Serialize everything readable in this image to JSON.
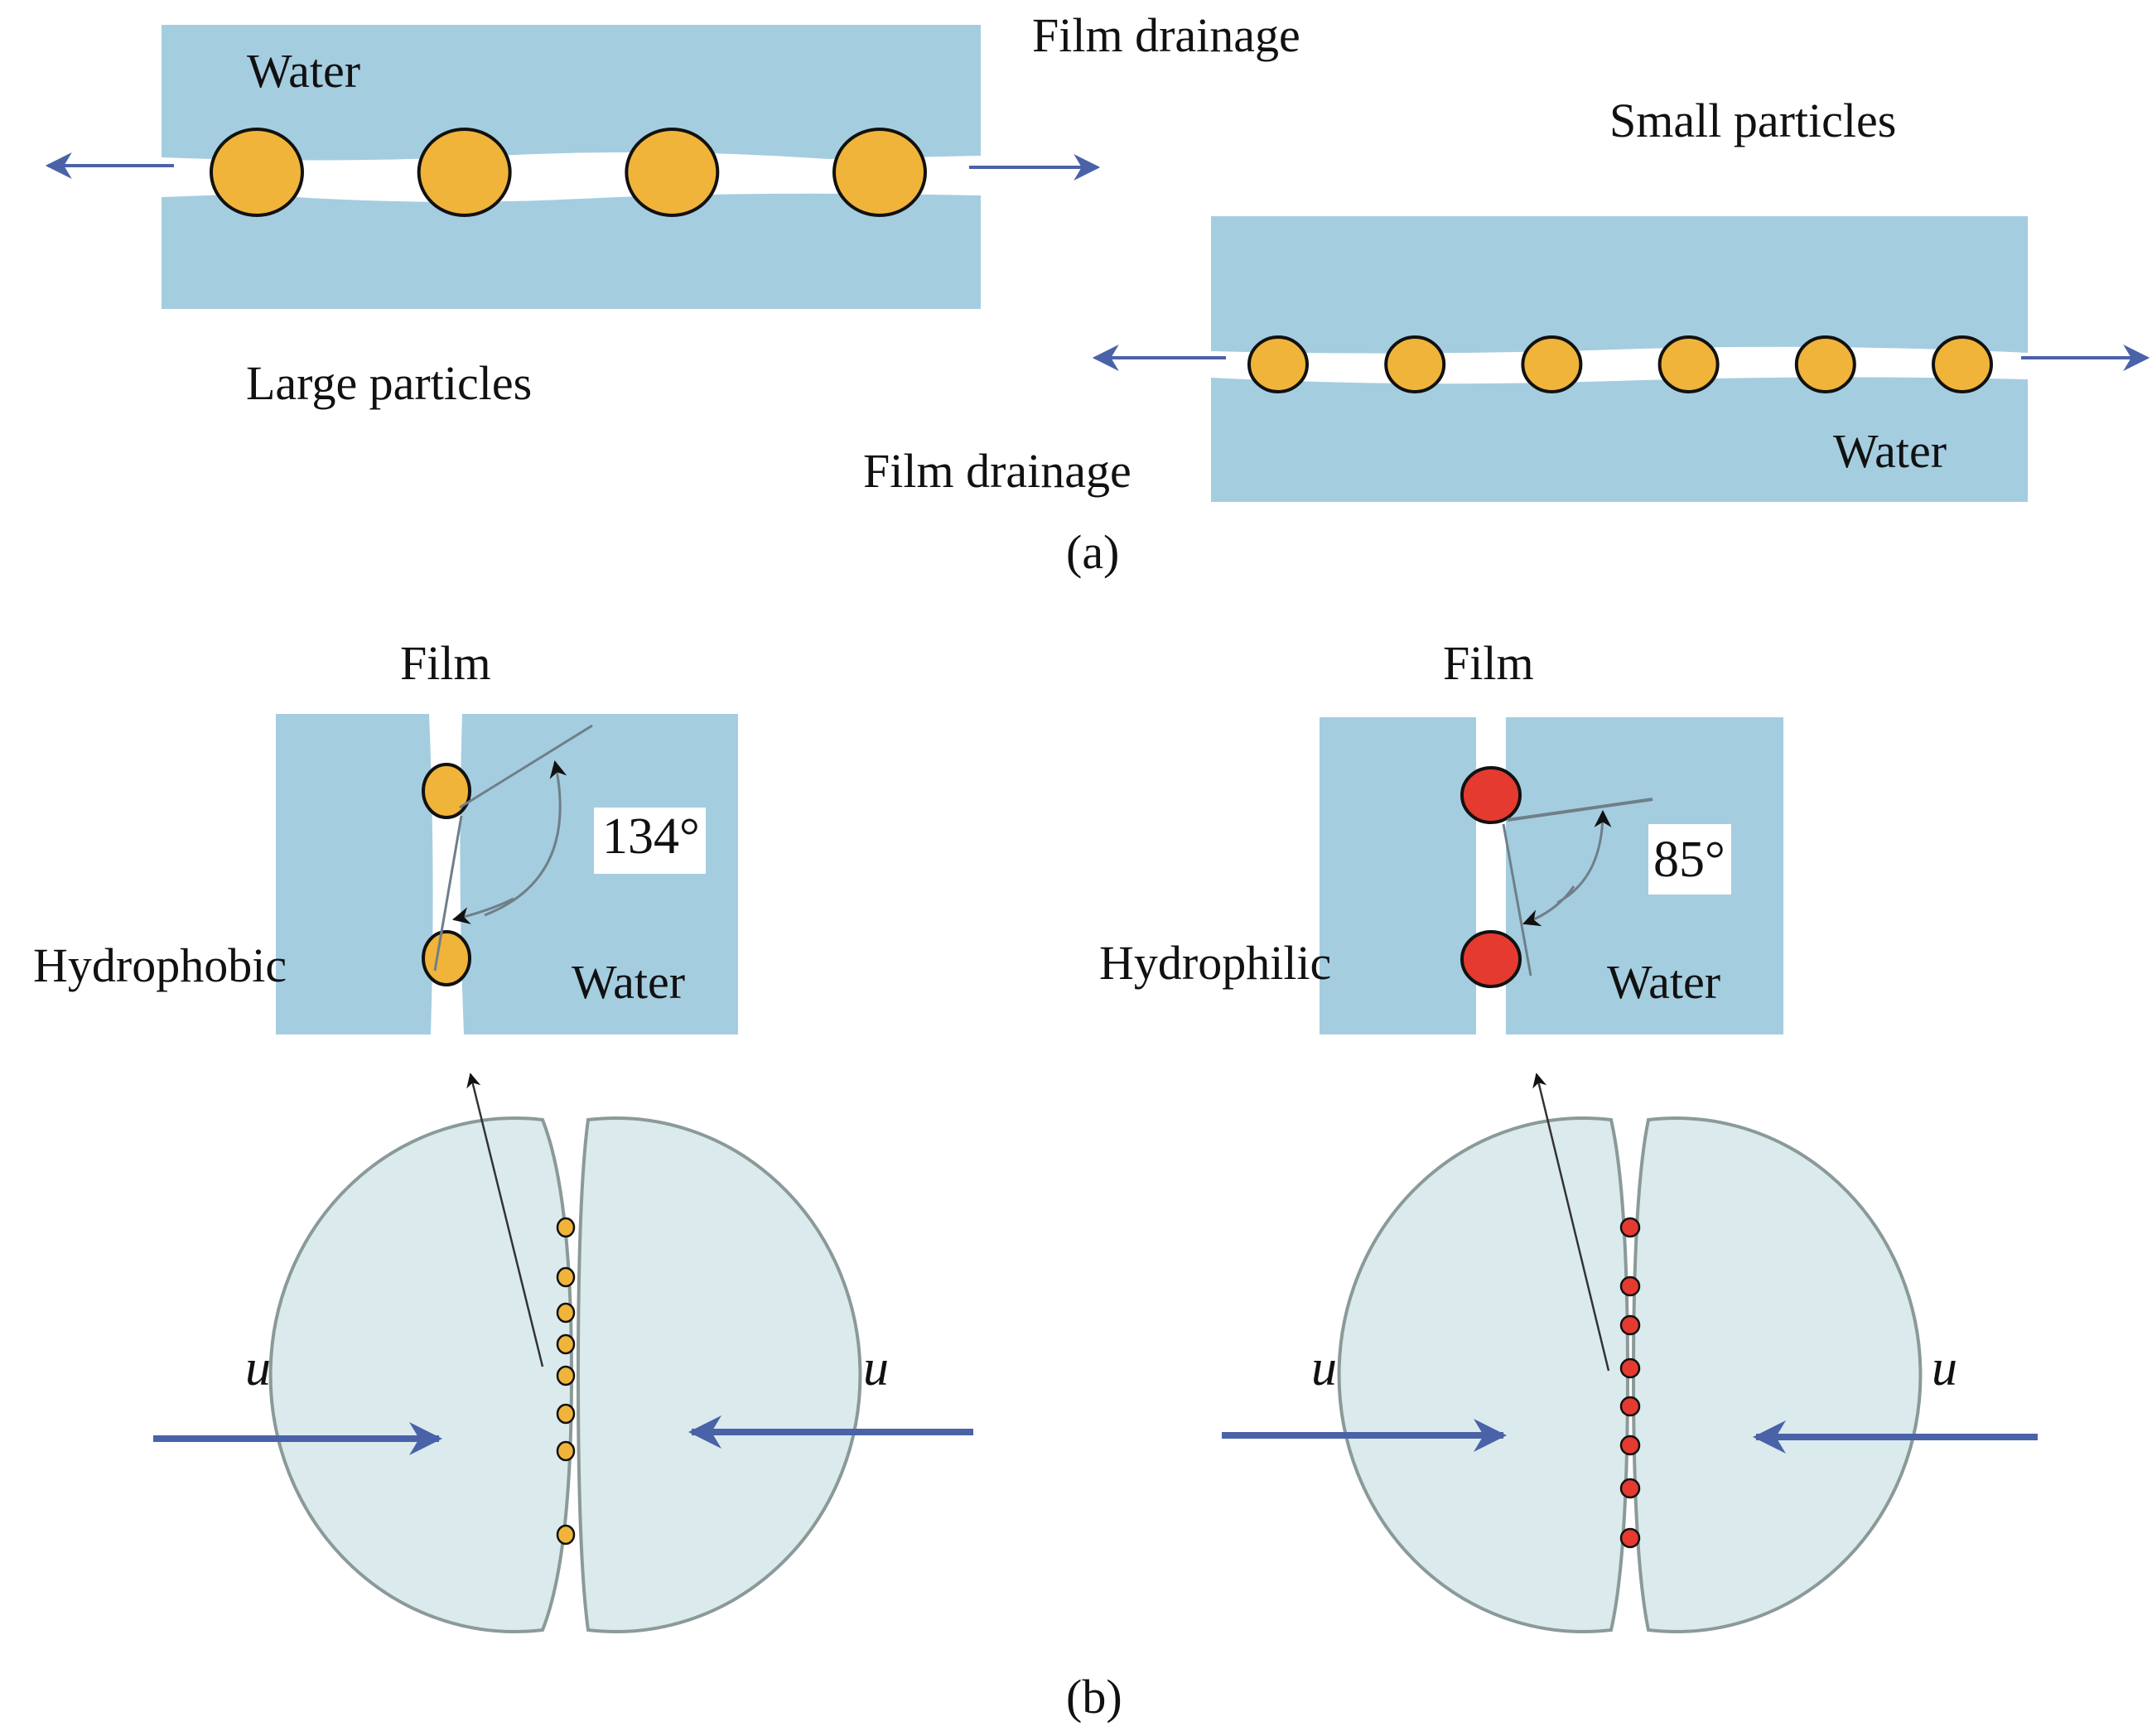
{
  "figure": {
    "panel_a": {
      "caption": "(a)",
      "large": {
        "water_label": "Water",
        "drainage_label": "Film drainage",
        "particles_label": "Large particles",
        "particle_count": 4
      },
      "small": {
        "water_label": "Water",
        "drainage_label": "Film drainage",
        "particles_label": "Small particles",
        "particle_count": 6
      }
    },
    "panel_b": {
      "caption": "(b)",
      "hydrophobic": {
        "film_label": "Film",
        "type_label": "Hydrophobic",
        "water_label": "Water",
        "angle_label": "134°",
        "velocity_left": "u",
        "velocity_right": "u",
        "film_particle_count": 8
      },
      "hydrophilic": {
        "film_label": "Film",
        "type_label": "Hydrophilic",
        "water_label": "Water",
        "angle_label": "85°",
        "velocity_left": "u",
        "velocity_right": "u",
        "film_particle_count": 8
      }
    }
  },
  "colors": {
    "water": "#a5cde0",
    "film": "#ffffff",
    "hydrophobic_particle": "#f0b43a",
    "hydrophilic_particle": "#e53a30",
    "droplet": "#dbeaed",
    "droplet_edge": "#8a9a98",
    "arrow": "#4a62a8"
  }
}
